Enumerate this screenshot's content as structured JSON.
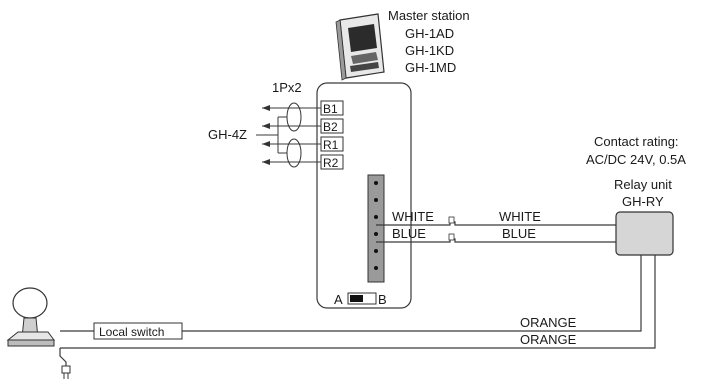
{
  "master_station": {
    "title": "Master station",
    "models": [
      "GH-1AD",
      "GH-1KD",
      "GH-1MD"
    ]
  },
  "cable_label": "1Px2",
  "sub_unit_label": "GH-4Z",
  "terminals": [
    "B1",
    "B2",
    "R1",
    "R2"
  ],
  "switch": {
    "a": "A",
    "b": "B"
  },
  "wires": {
    "white_left": "WHITE",
    "blue_left": "BLUE",
    "white_right": "WHITE",
    "blue_right": "BLUE",
    "orange_top": "ORANGE",
    "orange_bottom": "ORANGE"
  },
  "contact_rating": {
    "line1": "Contact rating:",
    "line2": "AC/DC 24V, 0.5A"
  },
  "relay_unit": {
    "name": "Relay unit",
    "model": "GH-RY"
  },
  "local_switch_label": "Local switch"
}
